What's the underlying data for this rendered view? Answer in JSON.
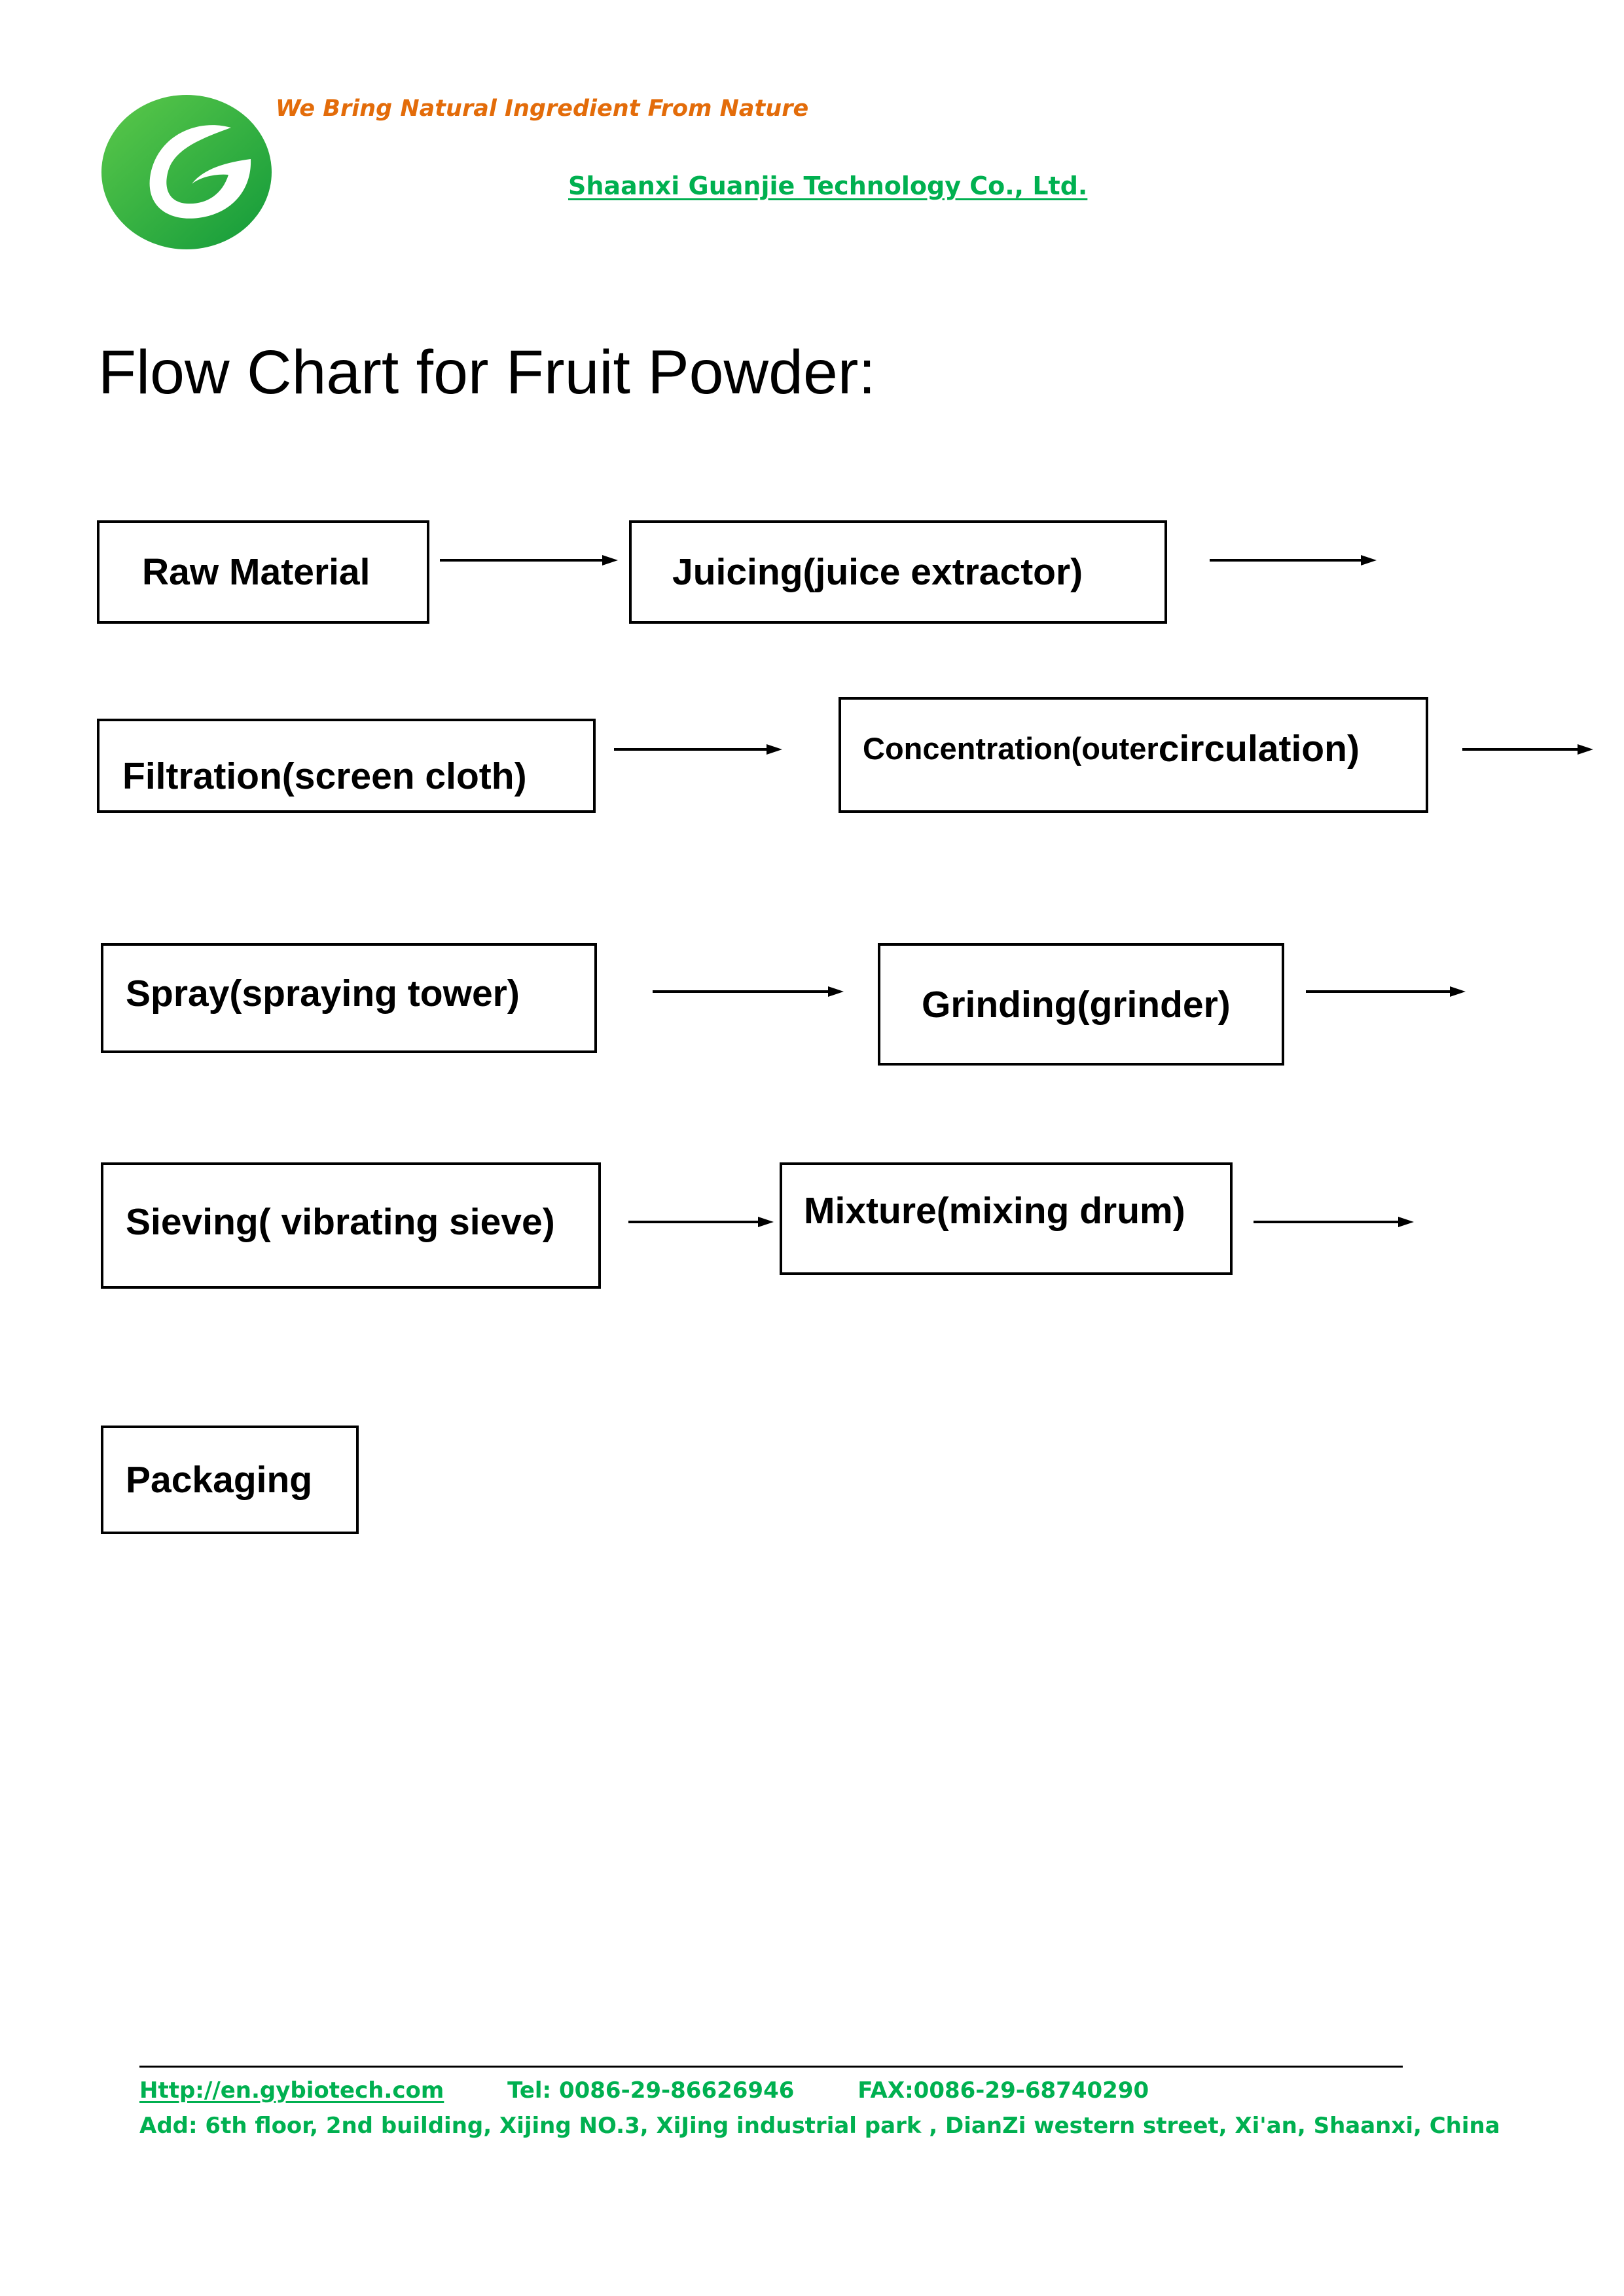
{
  "header": {
    "tagline": "We Bring Natural Ingredient From Nature",
    "company": "Shaanxi Guanjie Technology Co., Ltd.",
    "logo_color": "#2eb135"
  },
  "title": "Flow Chart for Fruit Powder:",
  "steps": [
    "Raw Material",
    "Juicing(juice extractor)",
    "Filtration(screen cloth)",
    {
      "part1": "Concentration(outer ",
      "part2": "circulation)"
    },
    "Spray(spraying tower)",
    "Grinding(grinder)",
    "Sieving( vibrating sieve)",
    "Mixture(mixing drum)",
    "Packaging"
  ],
  "footer": {
    "website": "Http://en.gybiotech.com",
    "tel": "Tel: 0086-29-86626946",
    "fax": "FAX:0086-29-68740290",
    "address": "Add: 6th floor, 2nd building, Xijing NO.3, XiJing industrial park , DianZi western street, Xi'an, Shaanxi, China"
  },
  "colors": {
    "accent_green": "#00b050",
    "tagline_orange": "#e36c0a"
  }
}
